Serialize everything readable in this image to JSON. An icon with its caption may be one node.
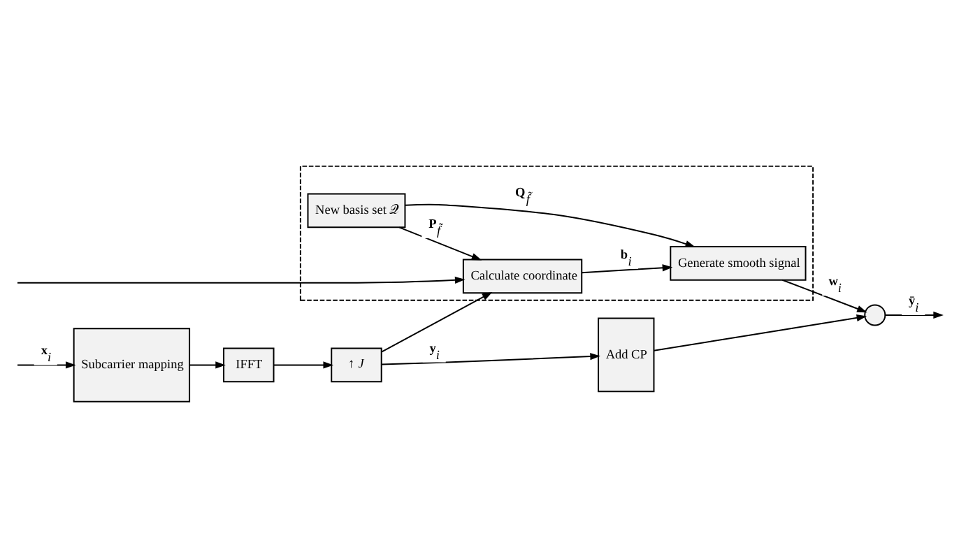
{
  "diagram": {
    "nodes": [
      {
        "text": [
          "Subcarrier mapping"
        ]
      },
      {
        "text": [
          "IFFT"
        ]
      },
      {
        "text": [
          "↑ *J*"
        ]
      },
      {
        "text": [
          "Add CP"
        ]
      },
      {
        "text": [],
        "shape": "circle"
      },
      {
        "text": [],
        "shape": "box"
      },
      {
        "text": [
          "Calculate coordinate"
        ],
        "in": 5
      },
      {
        "text": [
          "Generate smooth signal"
        ],
        "in": 5
      },
      {
        "text": [
          "New basis set 𝒬"
        ],
        "in": 5
      }
    ],
    "edges": [
      {
        "from": null,
        "to": 0,
        "arrow": "to",
        "label": "**x**$_{i}$"
      },
      {
        "from": 0,
        "to": 1,
        "arrow": "to"
      },
      {
        "from": 1,
        "to": 2,
        "arrow": "to"
      },
      {
        "from": 2,
        "to": 3,
        "arrow": "to",
        "label": "**y**$_{i}$"
      },
      {
        "from": 3,
        "to": 4,
        "arrow": "to"
      },
      {
        "from": 4,
        "to": null,
        "arrow": "to",
        "label": "**ȳ**$_{i}$"
      },
      {
        "from": null,
        "to": 6,
        "arrow": "to"
      },
      {
        "from": 2,
        "to": 6,
        "arrow": "to"
      },
      {
        "from": 6,
        "to": 7,
        "arrow": "to",
        "label": "**b**$_{i}$"
      },
      {
        "from": 7,
        "to": 4,
        "arrow": "to",
        "label": "**w**$_{i}$"
      },
      {
        "from": 8,
        "to": 6,
        "arrow": "to",
        "label": "**P**$_{f̃}$"
      },
      {
        "from": 8,
        "to": 7,
        "arrow": "to",
        "label": "**Q**$_{f̃}$"
      }
    ]
  }
}
